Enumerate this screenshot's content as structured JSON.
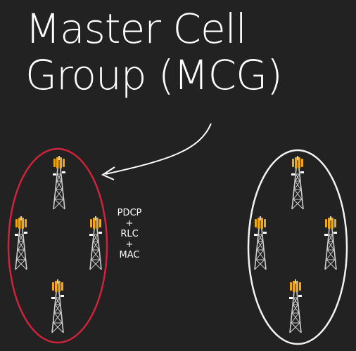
{
  "title": {
    "line1": "Master Cell",
    "line2": "Group (MCG)"
  },
  "protocol_stack": [
    "PDCP",
    "+",
    "RLC",
    "+",
    "MAC"
  ],
  "colors": {
    "background": "#222222",
    "title_text": "#ffffff",
    "mcg_ellipse": "#d0223a",
    "other_ellipse": "#f2f2f2",
    "antenna": "#f0a818",
    "tower_lattice": "#cfcfcf"
  },
  "icons": {
    "tower": "cell-tower-icon",
    "arrow": "curved-arrow-icon"
  }
}
